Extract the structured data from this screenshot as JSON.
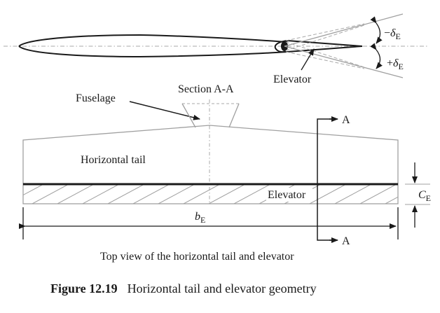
{
  "figure": {
    "number_label": "Figure 12.19",
    "title": "Horizontal tail and elevator geometry"
  },
  "section_view": {
    "label": "Section A-A",
    "elevator_label": "Elevator",
    "neg_deflection": {
      "sign": "−",
      "symbol": "δ",
      "subscript": "E"
    },
    "pos_deflection": {
      "sign": "+",
      "symbol": "δ",
      "subscript": "E"
    }
  },
  "top_view": {
    "fuselage_label": "Fuselage",
    "horizontal_tail_label": "Horizontal tail",
    "elevator_label": "Elevator",
    "section_marker": "A",
    "span": {
      "symbol": "b",
      "subscript": "E"
    },
    "chord": {
      "symbol": "C",
      "subscript": "E"
    },
    "caption": "Top view of the horizontal tail and elevator"
  },
  "colors": {
    "ink": "#1a1a1a",
    "gray_line": "#a0a0a0",
    "dash": "#a8a8a8"
  }
}
